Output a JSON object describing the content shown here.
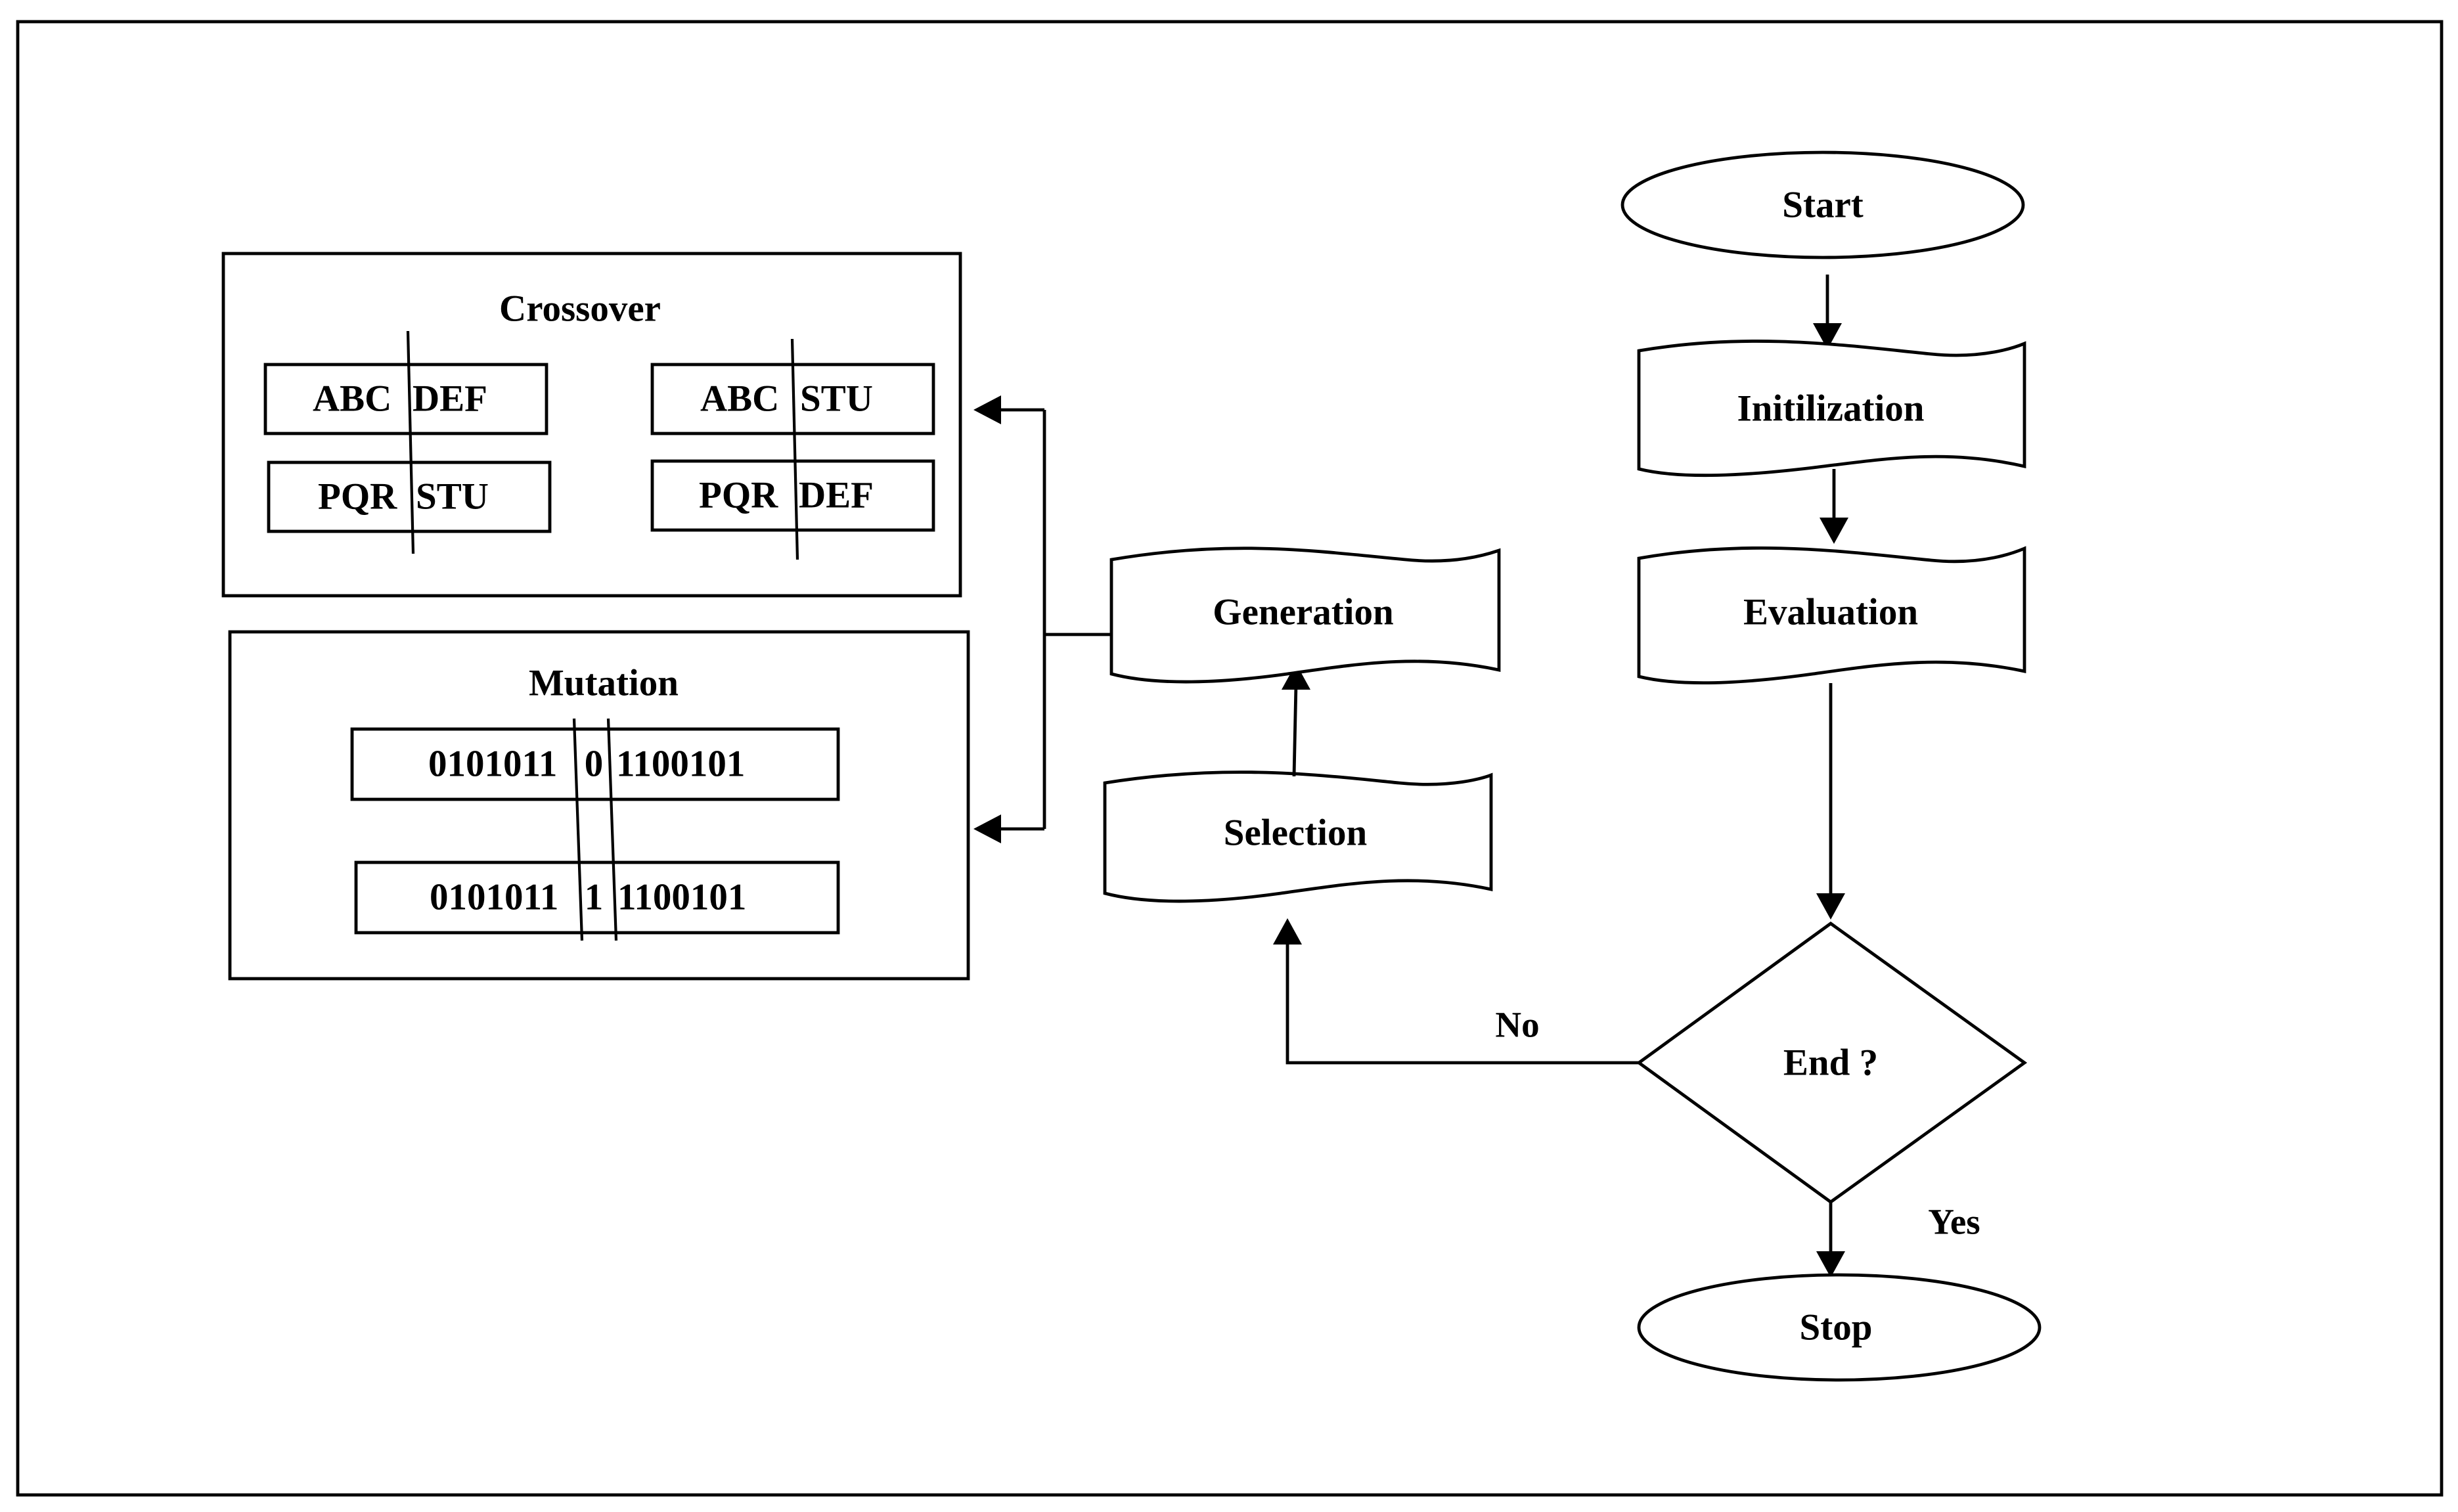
{
  "flow": {
    "start": "Start",
    "init": "Initilization",
    "evaluation": "Evaluation",
    "decision": "End ?",
    "stop": "Stop",
    "selection": "Selection",
    "generation": "Generation",
    "no_label": "No",
    "yes_label": "Yes"
  },
  "crossover": {
    "title": "Crossover",
    "parents": [
      {
        "left": "ABC",
        "right": "DEF"
      },
      {
        "left": "PQR",
        "right": "STU"
      }
    ],
    "offspring": [
      {
        "left": "ABC",
        "right": "STU"
      },
      {
        "left": "PQR",
        "right": "DEF"
      }
    ]
  },
  "mutation": {
    "title": "Mutation",
    "before": {
      "left": "0101011",
      "bit": "0",
      "right": "1100101"
    },
    "after": {
      "left": "0101011",
      "bit": "1",
      "right": "1100101"
    }
  }
}
